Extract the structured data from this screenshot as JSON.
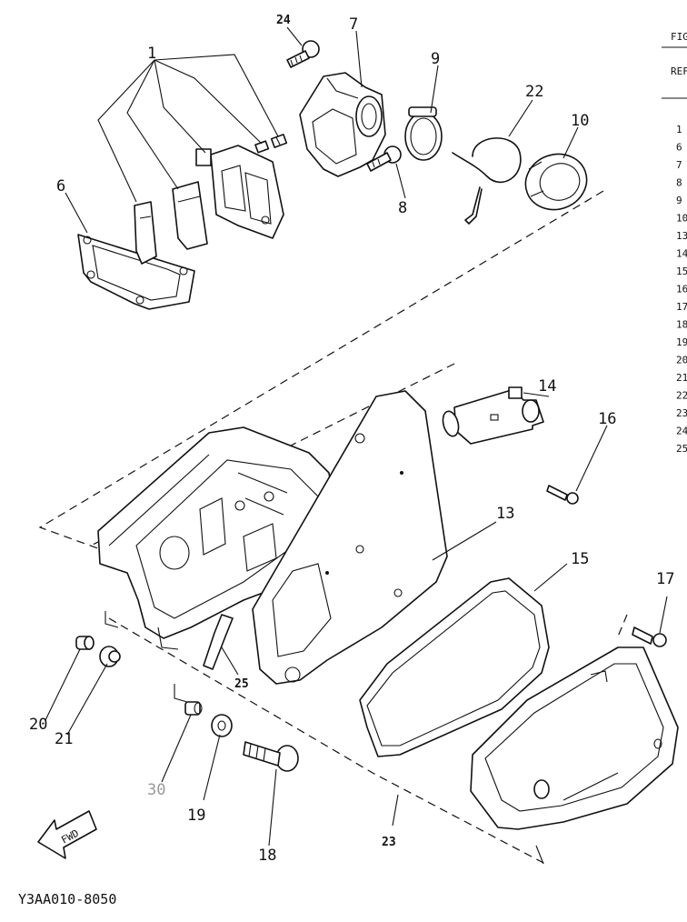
{
  "diagram": {
    "drawing_code": "Y3AA010-8050",
    "fwd_label": "FWD",
    "table_header": {
      "col1": "FIG",
      "col2": "REF"
    },
    "table_rows": [
      "1",
      "6",
      "7",
      "8",
      "9",
      "10",
      "13",
      "14",
      "15",
      "16",
      "17",
      "18",
      "19",
      "20",
      "21",
      "22",
      "23",
      "24",
      "25"
    ],
    "callouts": {
      "c1": "1",
      "c6": "6",
      "c7": "7",
      "c8": "8",
      "c9": "9",
      "c10": "10",
      "c13": "13",
      "c14": "14",
      "c15": "15",
      "c16": "16",
      "c17": "17",
      "c18": "18",
      "c19": "19",
      "c20": "20",
      "c21": "21",
      "c22": "22",
      "c23": "23",
      "c24": "24",
      "c25": "25",
      "c30": "30"
    }
  }
}
